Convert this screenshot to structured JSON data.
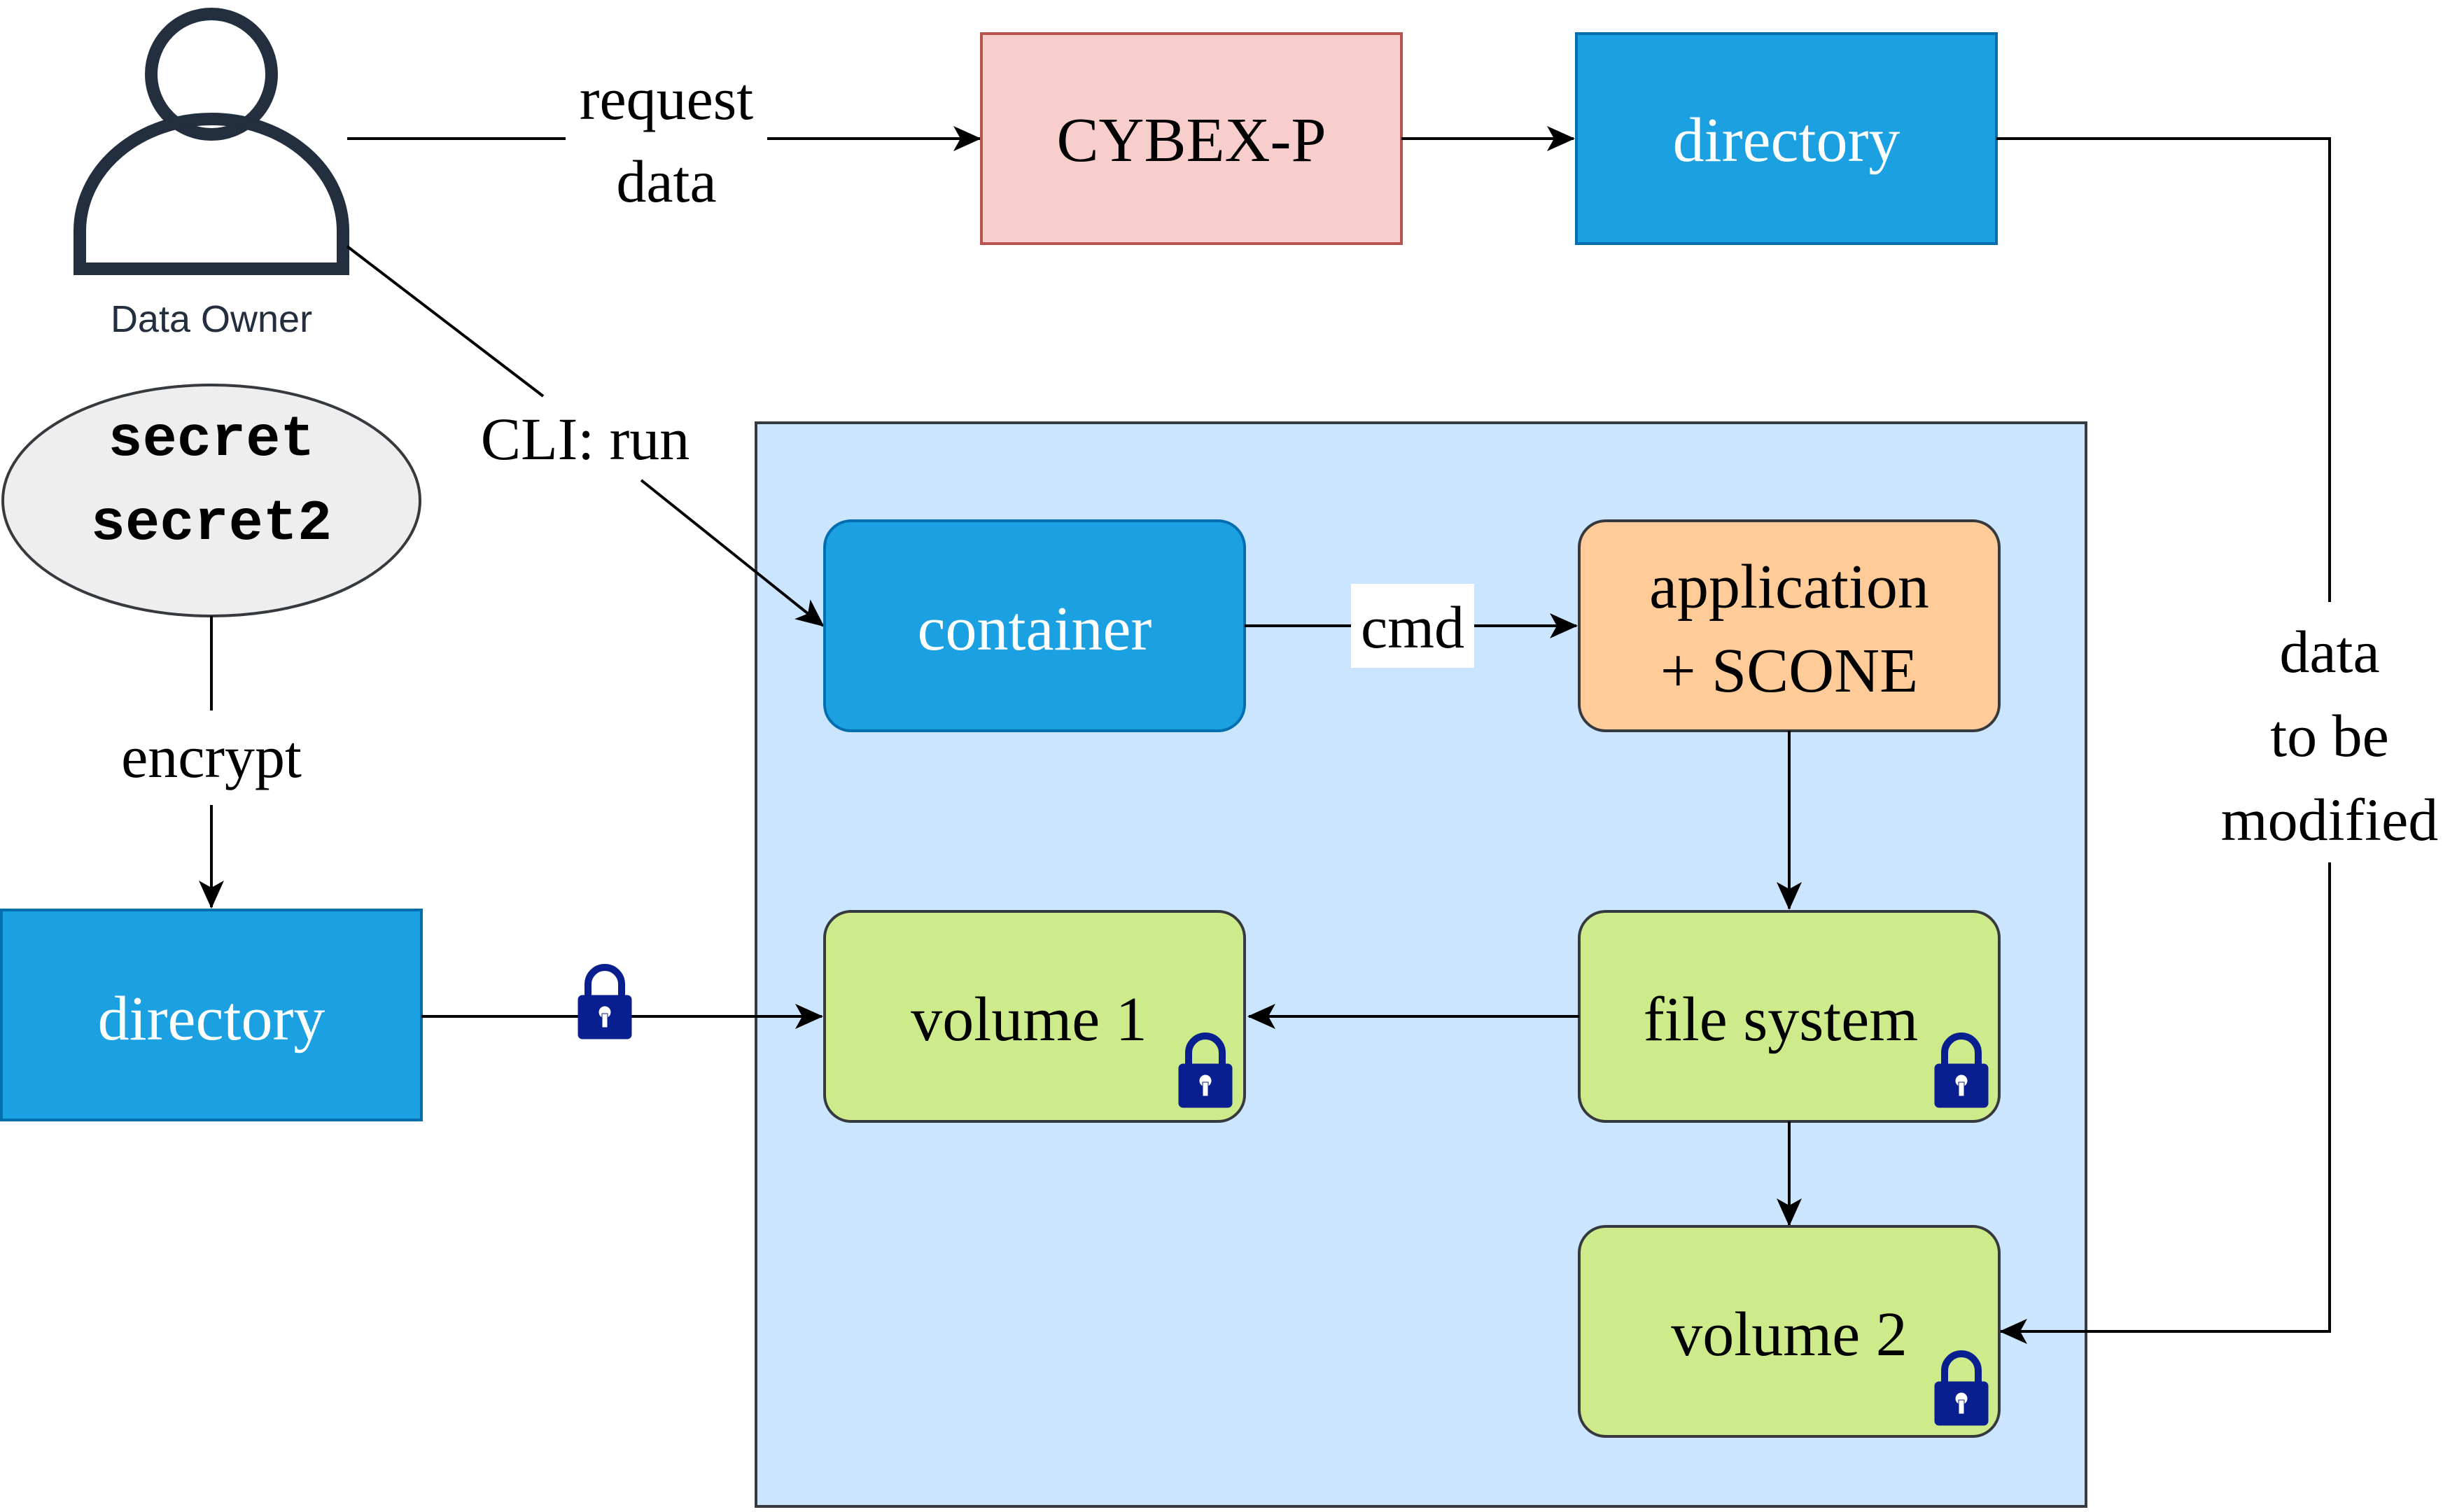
{
  "data_owner": {
    "label": "Data Owner",
    "icon": "user-icon"
  },
  "secrets": {
    "line1": "secret",
    "line2": "secret2"
  },
  "edges": {
    "request_line1": "request",
    "request_line2": "data",
    "cli_run": "CLI: run",
    "encrypt": "encrypt",
    "cmd": "cmd",
    "modified_line1": "data",
    "modified_line2": "to be",
    "modified_line3": "modified"
  },
  "nodes": {
    "cybex": "CYBEX-P",
    "directory_top": "directory",
    "directory_left": "directory",
    "container": "container",
    "application_line1": "application",
    "application_line2": "+ SCONE",
    "file_system": "file system",
    "volume1": "volume 1",
    "volume2": "volume 2"
  },
  "icons": {
    "lock": "lock-icon"
  },
  "colors": {
    "blue_box": "#1ba1e2",
    "blue_box_stroke": "#006eaf",
    "pink_box": "#f8cecc",
    "pink_box_stroke": "#b85450",
    "orange_box": "#ffcc99",
    "green_box": "#cdeb8b",
    "enclave_bg": "#cce5ff",
    "ellipse_fill": "#eeeeee",
    "lock": "#0a1f8f",
    "person_stroke": "#232f3e"
  }
}
